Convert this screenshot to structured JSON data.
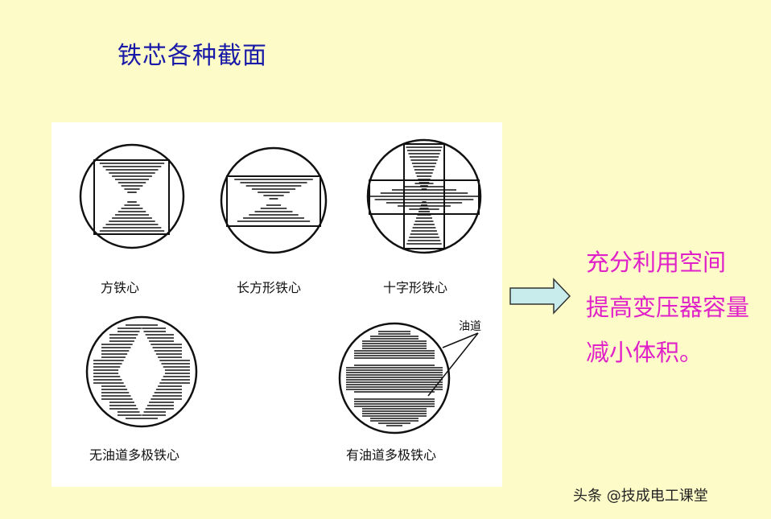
{
  "title": "铁芯各种截面",
  "diagrams": [
    {
      "caption": "方铁心"
    },
    {
      "caption": "长方形铁心"
    },
    {
      "caption": "十字形铁心"
    },
    {
      "caption": "无油道多极铁心"
    },
    {
      "caption": "有油道多极铁心"
    }
  ],
  "oil_channel_label": "油道",
  "benefits": [
    "充分利用空间",
    "提高变压器容量",
    "减小体积。"
  ],
  "watermark": "头条 @技成电工课堂",
  "colors": {
    "background": "#fdfcc9",
    "title": "#1a1aa8",
    "benefits": "#e020c8",
    "arrow_fill": "#c8ecec"
  }
}
